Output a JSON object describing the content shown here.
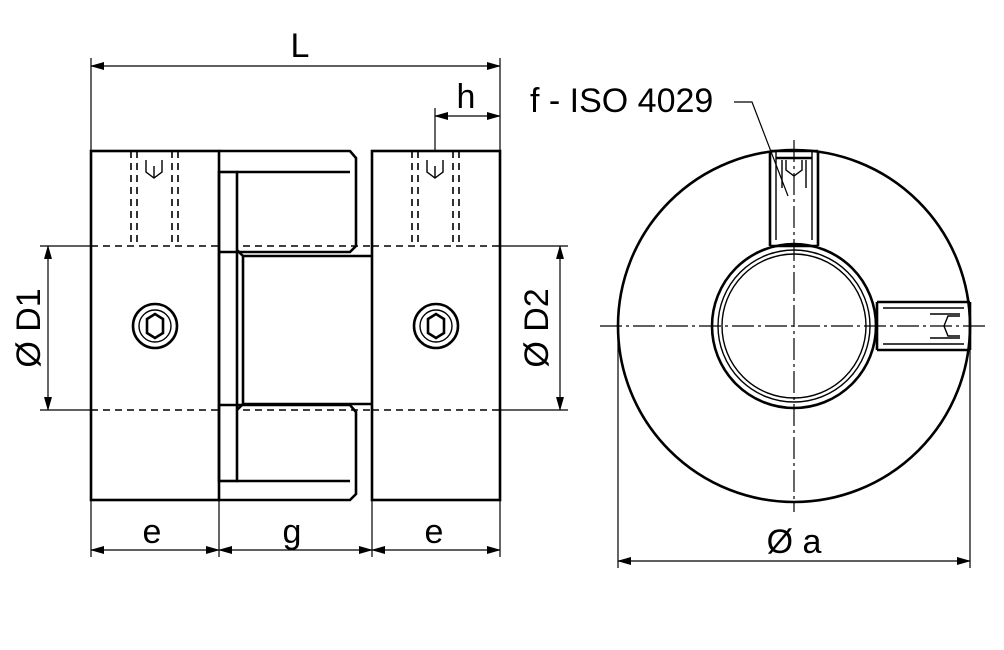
{
  "labels": {
    "L": "L",
    "h": "h",
    "f": "f - ISO 4029",
    "D1": "Ø D1",
    "D2": "Ø D2",
    "e_left": "e",
    "g": "g",
    "e_right": "e",
    "a": "Ø a"
  }
}
